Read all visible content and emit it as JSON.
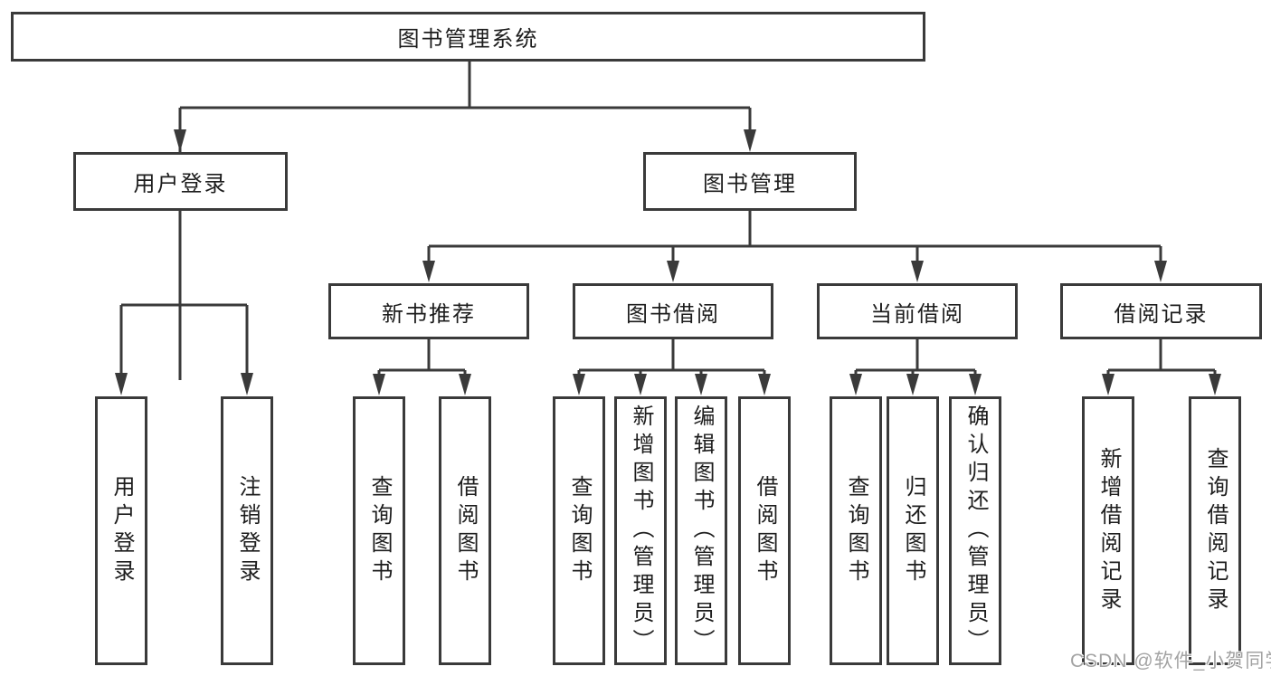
{
  "diagram": {
    "root": {
      "label": "图书管理系统"
    },
    "branches": [
      {
        "label": "用户登录",
        "children": [
          {
            "label": "用户登录"
          },
          {
            "label": "注销登录"
          }
        ]
      },
      {
        "label": "图书管理",
        "groups": [
          {
            "label": "新书推荐",
            "children": [
              {
                "label": "查询图书"
              },
              {
                "label": "借阅图书"
              }
            ]
          },
          {
            "label": "图书借阅",
            "children": [
              {
                "label": "查询图书"
              },
              {
                "label": "新增图书（管理员）"
              },
              {
                "label": "编辑图书（管理员）"
              },
              {
                "label": "借阅图书"
              }
            ]
          },
          {
            "label": "当前借阅",
            "children": [
              {
                "label": "查询图书"
              },
              {
                "label": "归还图书"
              },
              {
                "label": "确认归还（管理员）"
              }
            ]
          },
          {
            "label": "借阅记录",
            "children": [
              {
                "label": "新增借阅记录"
              },
              {
                "label": "查询借阅记录"
              }
            ]
          }
        ]
      }
    ]
  },
  "watermark": "CSDN @软件_小贺同学",
  "colors": {
    "background": "#ffffff",
    "line": "#3a3a3a",
    "box_border": "#3a3a3a",
    "text": "#1d1d1d",
    "watermark": "#a3a3a3"
  }
}
